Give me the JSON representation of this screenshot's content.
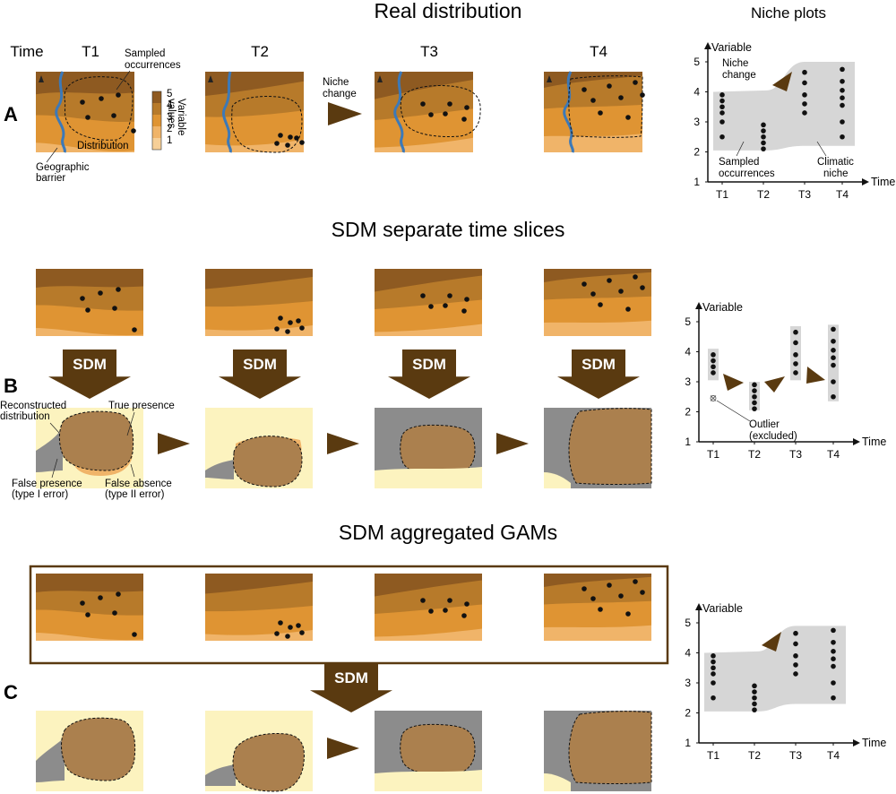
{
  "titles": {
    "real": "Real distribution",
    "niche_plots": "Niche plots",
    "separate": "SDM separate time slices",
    "aggregated": "SDM aggregated GAMs"
  },
  "panel_labels": {
    "a": "A",
    "b": "B",
    "c": "C"
  },
  "time_header": "Time",
  "time_slices": [
    "T1",
    "T2",
    "T3",
    "T4"
  ],
  "sdm_label": "SDM",
  "colors": {
    "dark_brown": "#8e5a21",
    "mid_brown": "#b77a2a",
    "orange": "#df9433",
    "light_orange": "#f0b469",
    "suitable_fill": "#ab804e",
    "unsuitable_bg": "#8c8c8c",
    "absent_bg": "#fcf3bf",
    "river": "#3c79b8",
    "arrow_brown": "#5a3a10",
    "niche_grey": "#d6d6d6"
  },
  "annotations_a": {
    "sampled_occurrences": [
      "Sampled",
      "occurrences"
    ],
    "distribution": "Distribution",
    "geographic_barrier": [
      "Geographic",
      "barrier"
    ],
    "niche_change": [
      "Niche",
      "change"
    ],
    "legend_label": [
      "Variable",
      "values"
    ],
    "legend_ticks": [
      "1",
      "2",
      "3",
      "4",
      "5"
    ]
  },
  "annotations_b": {
    "reconstructed": [
      "Reconstructed",
      "distribution"
    ],
    "true_presence": "True presence",
    "false_presence": [
      "False presence",
      "(type I error)"
    ],
    "false_absence": [
      "False absence",
      "(type II error)"
    ]
  },
  "niche_plots": {
    "ylabel": "Variable",
    "xlabel": "Time",
    "y_ticks": [
      "1",
      "2",
      "3",
      "4",
      "5"
    ],
    "x_ticks": [
      "T1",
      "T2",
      "T3",
      "T4"
    ],
    "a": {
      "niche_change": [
        "Niche",
        "change"
      ],
      "sampled_occurrences": [
        "Sampled",
        "occurrences"
      ],
      "climatic_niche": [
        "Climatic",
        "niche"
      ]
    },
    "b": {
      "outlier": [
        "Outlier",
        "(excluded)"
      ]
    }
  },
  "chart_data": [
    {
      "type": "scatter",
      "panel": "A",
      "xlabel": "Time",
      "ylabel": "Variable",
      "ylim": [
        1,
        5
      ],
      "categories": [
        "T1",
        "T2",
        "T3",
        "T4"
      ],
      "points": [
        {
          "x": "T1",
          "y": [
            2.5,
            3.0,
            3.3,
            3.5,
            3.7,
            3.9
          ]
        },
        {
          "x": "T2",
          "y": [
            2.1,
            2.3,
            2.5,
            2.7,
            2.9
          ]
        },
        {
          "x": "T3",
          "y": [
            3.3,
            3.6,
            3.9,
            4.3,
            4.65
          ]
        },
        {
          "x": "T4",
          "y": [
            2.5,
            3.0,
            3.55,
            3.8,
            4.05,
            4.35,
            4.75
          ]
        }
      ],
      "niche_band": {
        "lower": [
          2.05,
          2.05,
          2.2,
          2.2
        ],
        "upper": [
          4.0,
          4.05,
          5.0,
          5.0
        ]
      }
    },
    {
      "type": "scatter",
      "panel": "B",
      "xlabel": "Time",
      "ylabel": "Variable",
      "ylim": [
        1,
        5
      ],
      "categories": [
        "T1",
        "T2",
        "T3",
        "T4"
      ],
      "points": [
        {
          "x": "T1",
          "y": [
            3.3,
            3.5,
            3.7,
            3.9
          ]
        },
        {
          "x": "T2",
          "y": [
            2.1,
            2.3,
            2.5,
            2.7,
            2.9
          ]
        },
        {
          "x": "T3",
          "y": [
            3.3,
            3.6,
            3.9,
            4.3,
            4.65
          ]
        },
        {
          "x": "T4",
          "y": [
            2.5,
            3.0,
            3.55,
            3.8,
            4.05,
            4.35,
            4.75
          ]
        }
      ],
      "outliers": [
        {
          "x": "T1",
          "y": 2.45
        }
      ],
      "niche_boxes": [
        [
          3.05,
          4.1
        ],
        [
          2.05,
          3.0
        ],
        [
          3.05,
          4.85
        ],
        [
          2.35,
          4.9
        ]
      ]
    },
    {
      "type": "scatter",
      "panel": "C",
      "xlabel": "Time",
      "ylabel": "Variable",
      "ylim": [
        1,
        5
      ],
      "categories": [
        "T1",
        "T2",
        "T3",
        "T4"
      ],
      "points": [
        {
          "x": "T1",
          "y": [
            2.5,
            3.0,
            3.3,
            3.5,
            3.7,
            3.9
          ]
        },
        {
          "x": "T2",
          "y": [
            2.1,
            2.3,
            2.5,
            2.7,
            2.9
          ]
        },
        {
          "x": "T3",
          "y": [
            3.3,
            3.6,
            3.9,
            4.3,
            4.65
          ]
        },
        {
          "x": "T4",
          "y": [
            2.5,
            3.0,
            3.55,
            3.8,
            4.05,
            4.35,
            4.75
          ]
        }
      ],
      "niche_band": {
        "lower": [
          2.05,
          2.05,
          2.3,
          2.3
        ],
        "upper": [
          4.0,
          4.05,
          4.9,
          4.9
        ]
      }
    }
  ]
}
